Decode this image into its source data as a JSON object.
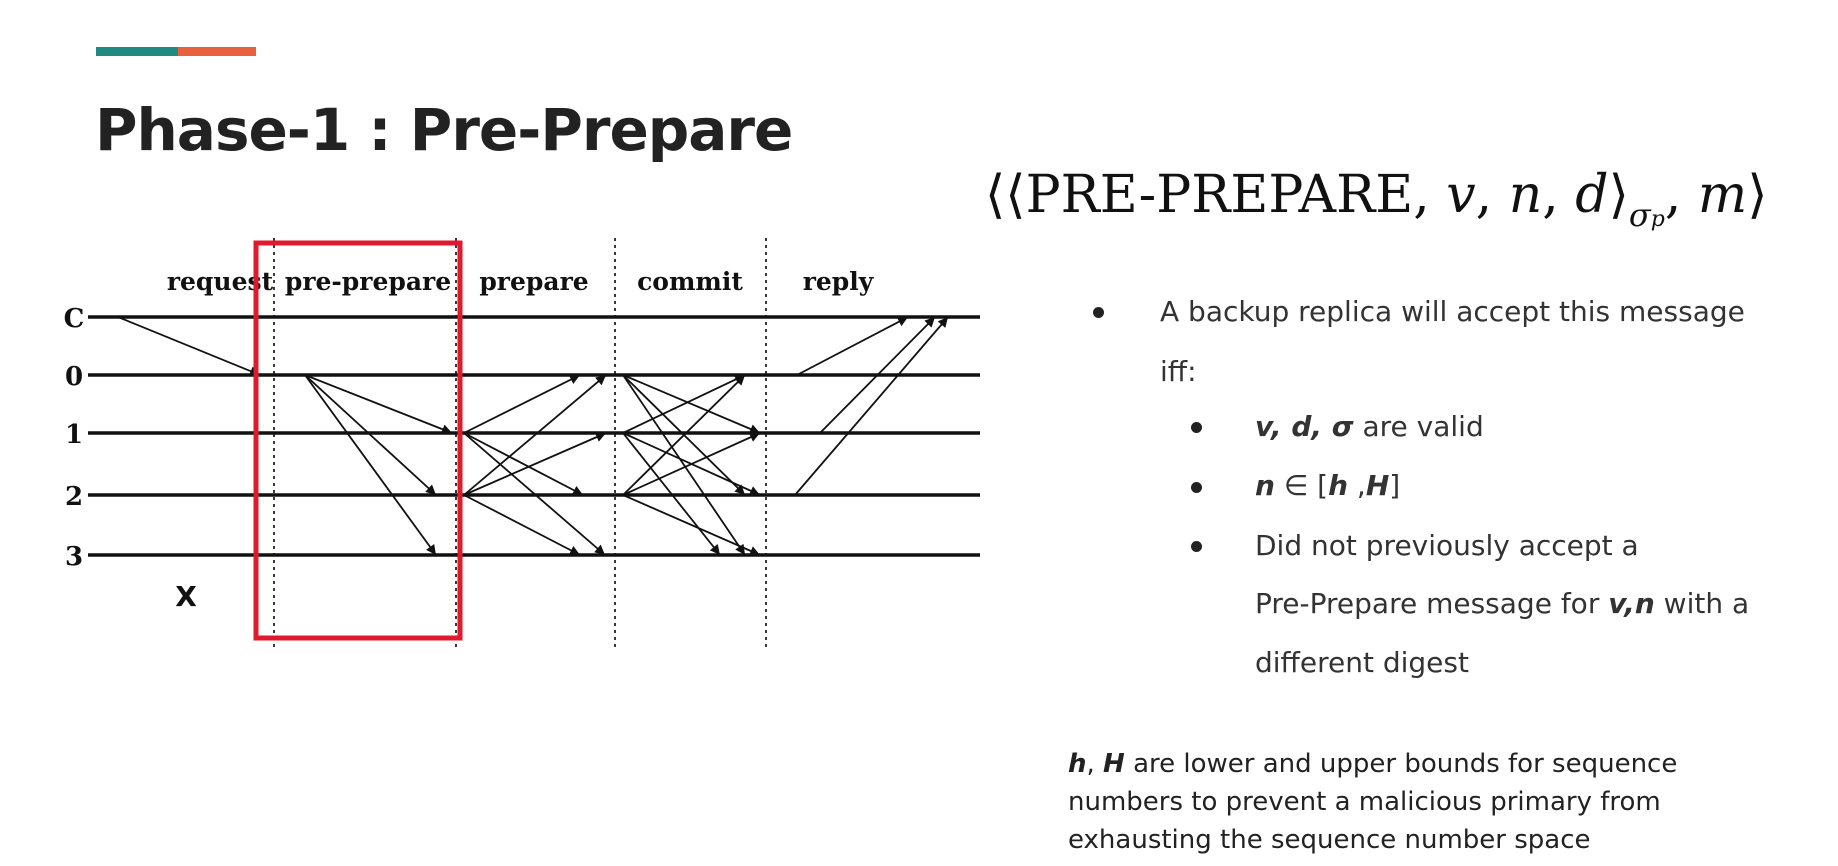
{
  "slide": {
    "title": "Phase-1 : Pre-Prepare"
  },
  "formula": {
    "open": "⟨⟨",
    "message_type": "PRE-PREPARE",
    "v": "v",
    "n": "n",
    "d": "d",
    "sigma": "σ",
    "p": "p",
    "m": "m",
    "close": "⟩"
  },
  "diagram": {
    "phases": [
      "request",
      "pre-prepare",
      "prepare",
      "commit",
      "reply"
    ],
    "nodes": [
      "C",
      "0",
      "1",
      "2",
      "3"
    ],
    "failure_mark": "X",
    "highlight_color": "#e0192f"
  },
  "bullets": {
    "main_line1": "A backup replica will accept this message",
    "main_line2": "iff:",
    "sub1_vars": "v, d, σ",
    "sub1_text": " are valid",
    "sub2_n": "n",
    "sub2_in": " ∈ [",
    "sub2_h": "h",
    "sub2_comma": " ,",
    "sub2_H": "H",
    "sub2_close": "]",
    "sub3_line1": "Did not previously accept a",
    "sub3_line2_pre": "Pre-Prepare message for ",
    "sub3_line2_vn": "v,n",
    "sub3_line2_post": " with a",
    "sub3_line3": "different digest"
  },
  "note": {
    "h": "h",
    "sep": ", ",
    "H": "H",
    "line1_rest": " are lower and upper bounds for sequence",
    "line2": "numbers to prevent a malicious primary from",
    "line3": "exhausting the sequence number space"
  }
}
